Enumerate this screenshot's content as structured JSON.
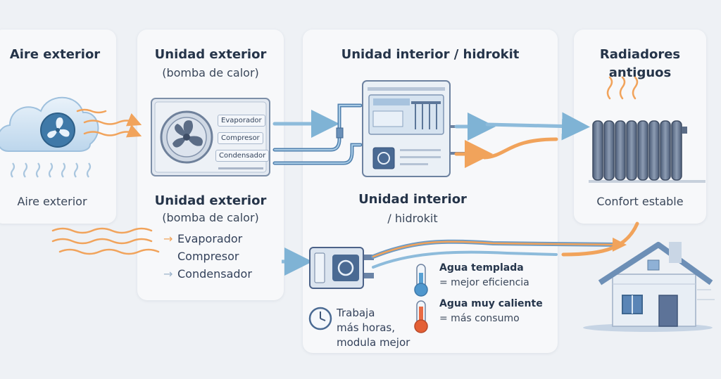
{
  "outdoor_air": {
    "title": "Aire exterior",
    "caption": "Aire exterior"
  },
  "outdoor_unit": {
    "title": "Unidad exterior",
    "subtitle": "(bomba de calor)",
    "caption_title": "Unidad exterior",
    "caption_subtitle": "(bomba de calor)",
    "tags": [
      "Evaporador",
      "Compresor",
      "Condensador"
    ],
    "list": [
      "Evaporador",
      "Compresor",
      "Condensador"
    ]
  },
  "indoor_unit": {
    "title": "Unidad interior / hidrokit",
    "caption_line1": "Unidad interior",
    "caption_line2": "/ hidrokit"
  },
  "radiators": {
    "title_line1": "Radiadores",
    "title_line2": "antiguos",
    "caption": "Confort estable"
  },
  "notes": {
    "works": [
      "Trabaja",
      "más horas,",
      "modula mejor"
    ],
    "warm_water_title": "Agua templada",
    "warm_water_text": "= mejor eficiencia",
    "hot_water_title": "Agua muy caliente",
    "hot_water_text": "= más consumo"
  },
  "colors": {
    "blue_flow": "#7fb3d5",
    "orange_flow": "#f1a35b",
    "panel": "#f7f8fa",
    "background": "#eef1f5"
  }
}
